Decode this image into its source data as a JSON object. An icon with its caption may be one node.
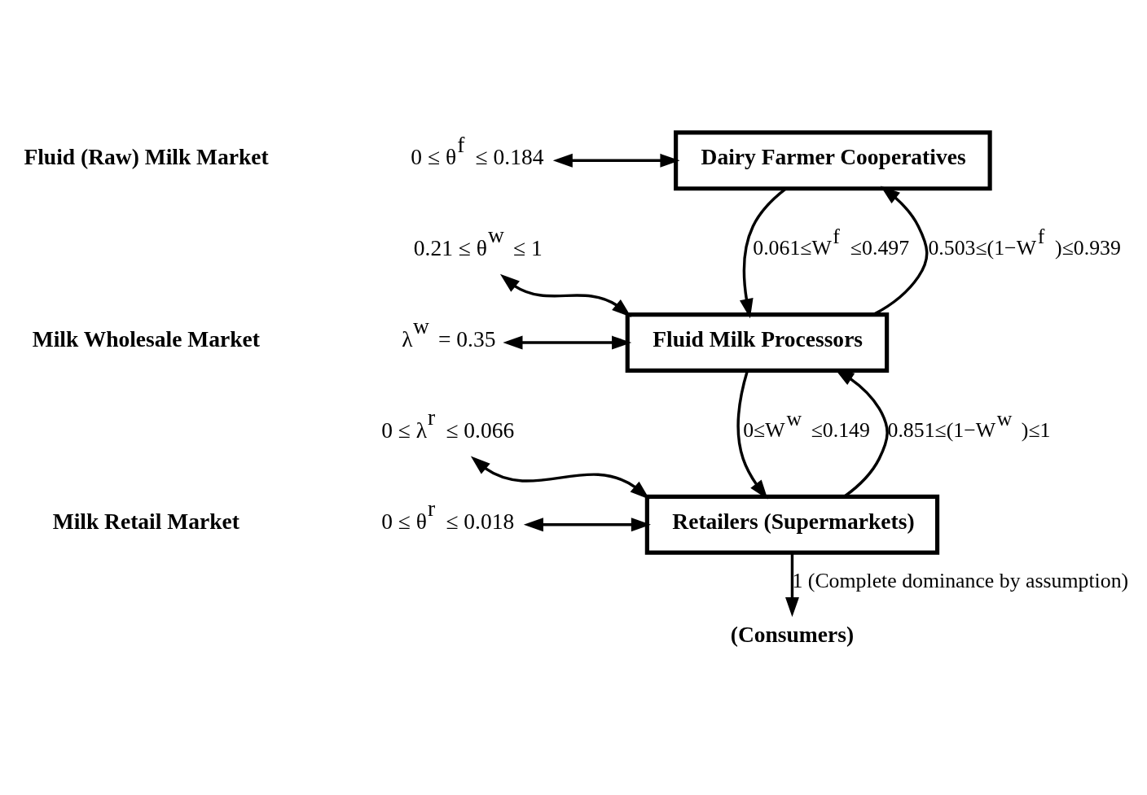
{
  "diagram": {
    "nodes": [
      {
        "text": [
          "Dairy Farmer Cooperatives"
        ]
      },
      {
        "text": [
          "Fluid Milk Processors"
        ]
      },
      {
        "text": [
          "Retailers (Supermarkets)"
        ]
      },
      {
        "text": [
          "(Consumers)"
        ]
      },
      {
        "text": [
          "0 ≤ θ$^{f}$ ≤ 0.184"
        ]
      },
      {
        "text": [
          "0.21 ≤ θ$^{w}$ ≤ 1"
        ]
      },
      {
        "text": [
          "λ$^{w}$ = 0.35"
        ]
      },
      {
        "text": [
          "0 ≤ λ$^{r}$ ≤ 0.066"
        ]
      },
      {
        "text": [
          "0 ≤ θ$^{r}$ ≤ 0.018"
        ]
      }
    ],
    "edges": [
      {
        "from": 4,
        "to": 0,
        "arrow": "both"
      },
      {
        "from": 0,
        "to": 1,
        "arrow": "to",
        "label": "0.061≤W$^{f}$≤0.497"
      },
      {
        "from": 1,
        "to": 0,
        "arrow": "to",
        "label": "0.503≤(1−W$^{f}$)≤0.939"
      },
      {
        "from": 5,
        "to": 1,
        "arrow": "both"
      },
      {
        "from": 6,
        "to": 1,
        "arrow": "both"
      },
      {
        "from": 1,
        "to": 2,
        "arrow": "to",
        "label": "0≤W$^{w}$≤0.149"
      },
      {
        "from": 2,
        "to": 1,
        "arrow": "to",
        "label": "0.851≤(1−W$^{w}$)≤1"
      },
      {
        "from": 7,
        "to": 2,
        "arrow": "both"
      },
      {
        "from": 8,
        "to": 2,
        "arrow": "both"
      },
      {
        "from": 2,
        "to": 3,
        "arrow": "to",
        "label": "1 (Complete dominance by assumption)"
      }
    ],
    "labels": [
      "Fluid (Raw) Milk Market",
      "Milk Wholesale Market",
      "Milk Retail Market"
    ]
  }
}
